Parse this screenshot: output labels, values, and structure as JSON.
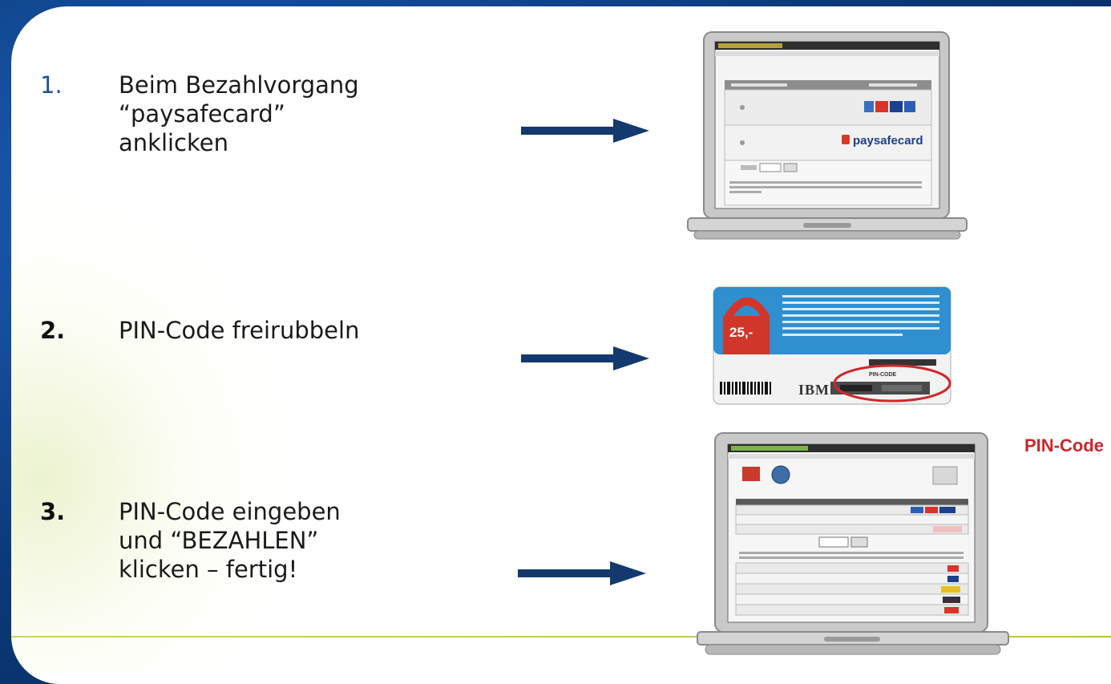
{
  "steps": [
    {
      "number": "1.",
      "lines": [
        "Beim Bezahlvorgang",
        "“paysafecard”",
        "anklicken"
      ]
    },
    {
      "number": "2.",
      "lines": [
        "PIN-Code freirubbeln"
      ]
    },
    {
      "number": "3.",
      "lines": [
        "PIN-Code eingeben",
        "und “BEZAHLEN”",
        "klicken – fertig!"
      ]
    }
  ],
  "screen1": {
    "brand": "paysafecard"
  },
  "card": {
    "value": "25,-",
    "pin_caption": "PIN-CODE",
    "logo": "IBM"
  },
  "pin_label": "PIN-Code",
  "colors": {
    "arrow": "#13396e",
    "accent": "#1f4f9a",
    "pin_red": "#c8282a",
    "frame_blue": "#0b3a7a"
  }
}
